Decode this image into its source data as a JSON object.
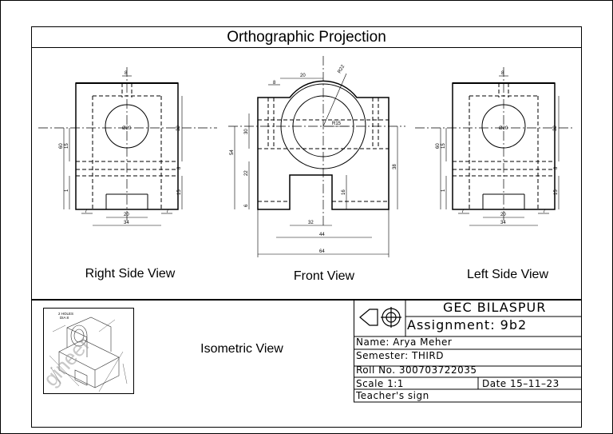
{
  "title": "Orthographic Projection",
  "views": {
    "right_side_label": "Right Side View",
    "front_label": "Front View",
    "left_side_label": "Left Side View",
    "isometric_label": "Isometric View"
  },
  "dims": {
    "right": {
      "d8": "8",
      "phi": "Ø20",
      "d30": "30",
      "d60": "60",
      "d15": "15",
      "d1": "1",
      "d15b": "15",
      "d8b": "8",
      "d7a": "7",
      "d7b": "7",
      "d20": "20",
      "d34": "34"
    },
    "front": {
      "d8": "8",
      "d20": "20",
      "r22": "R22",
      "r15": "R15",
      "d30": "30",
      "d54": "54",
      "d22": "22",
      "d6": "6",
      "d16": "16",
      "d38": "38",
      "d32": "32",
      "d44": "44",
      "d64": "64"
    },
    "left": {
      "d8": "8",
      "phi": "Ø20",
      "d30": "30",
      "d60": "60",
      "d15": "15",
      "d1": "1",
      "d15b": "15",
      "d8b": "8",
      "d7a": "7",
      "d7b": "7",
      "d20": "20",
      "d34": "34"
    }
  },
  "iso_notes": {
    "holes": "2 HOLES",
    "dia": "DIA 8"
  },
  "watermark": "gineer",
  "title_block": {
    "institute": "GEC BILASPUR",
    "assignment": "Assignment: 9b2",
    "name": "Name: Arya Meher",
    "semester": "Semester: THIRD",
    "roll": "Roll No. 300703722035",
    "scale": "Scale   1:1",
    "date": "Date 15–11–23",
    "teacher": "Teacher's sign"
  }
}
